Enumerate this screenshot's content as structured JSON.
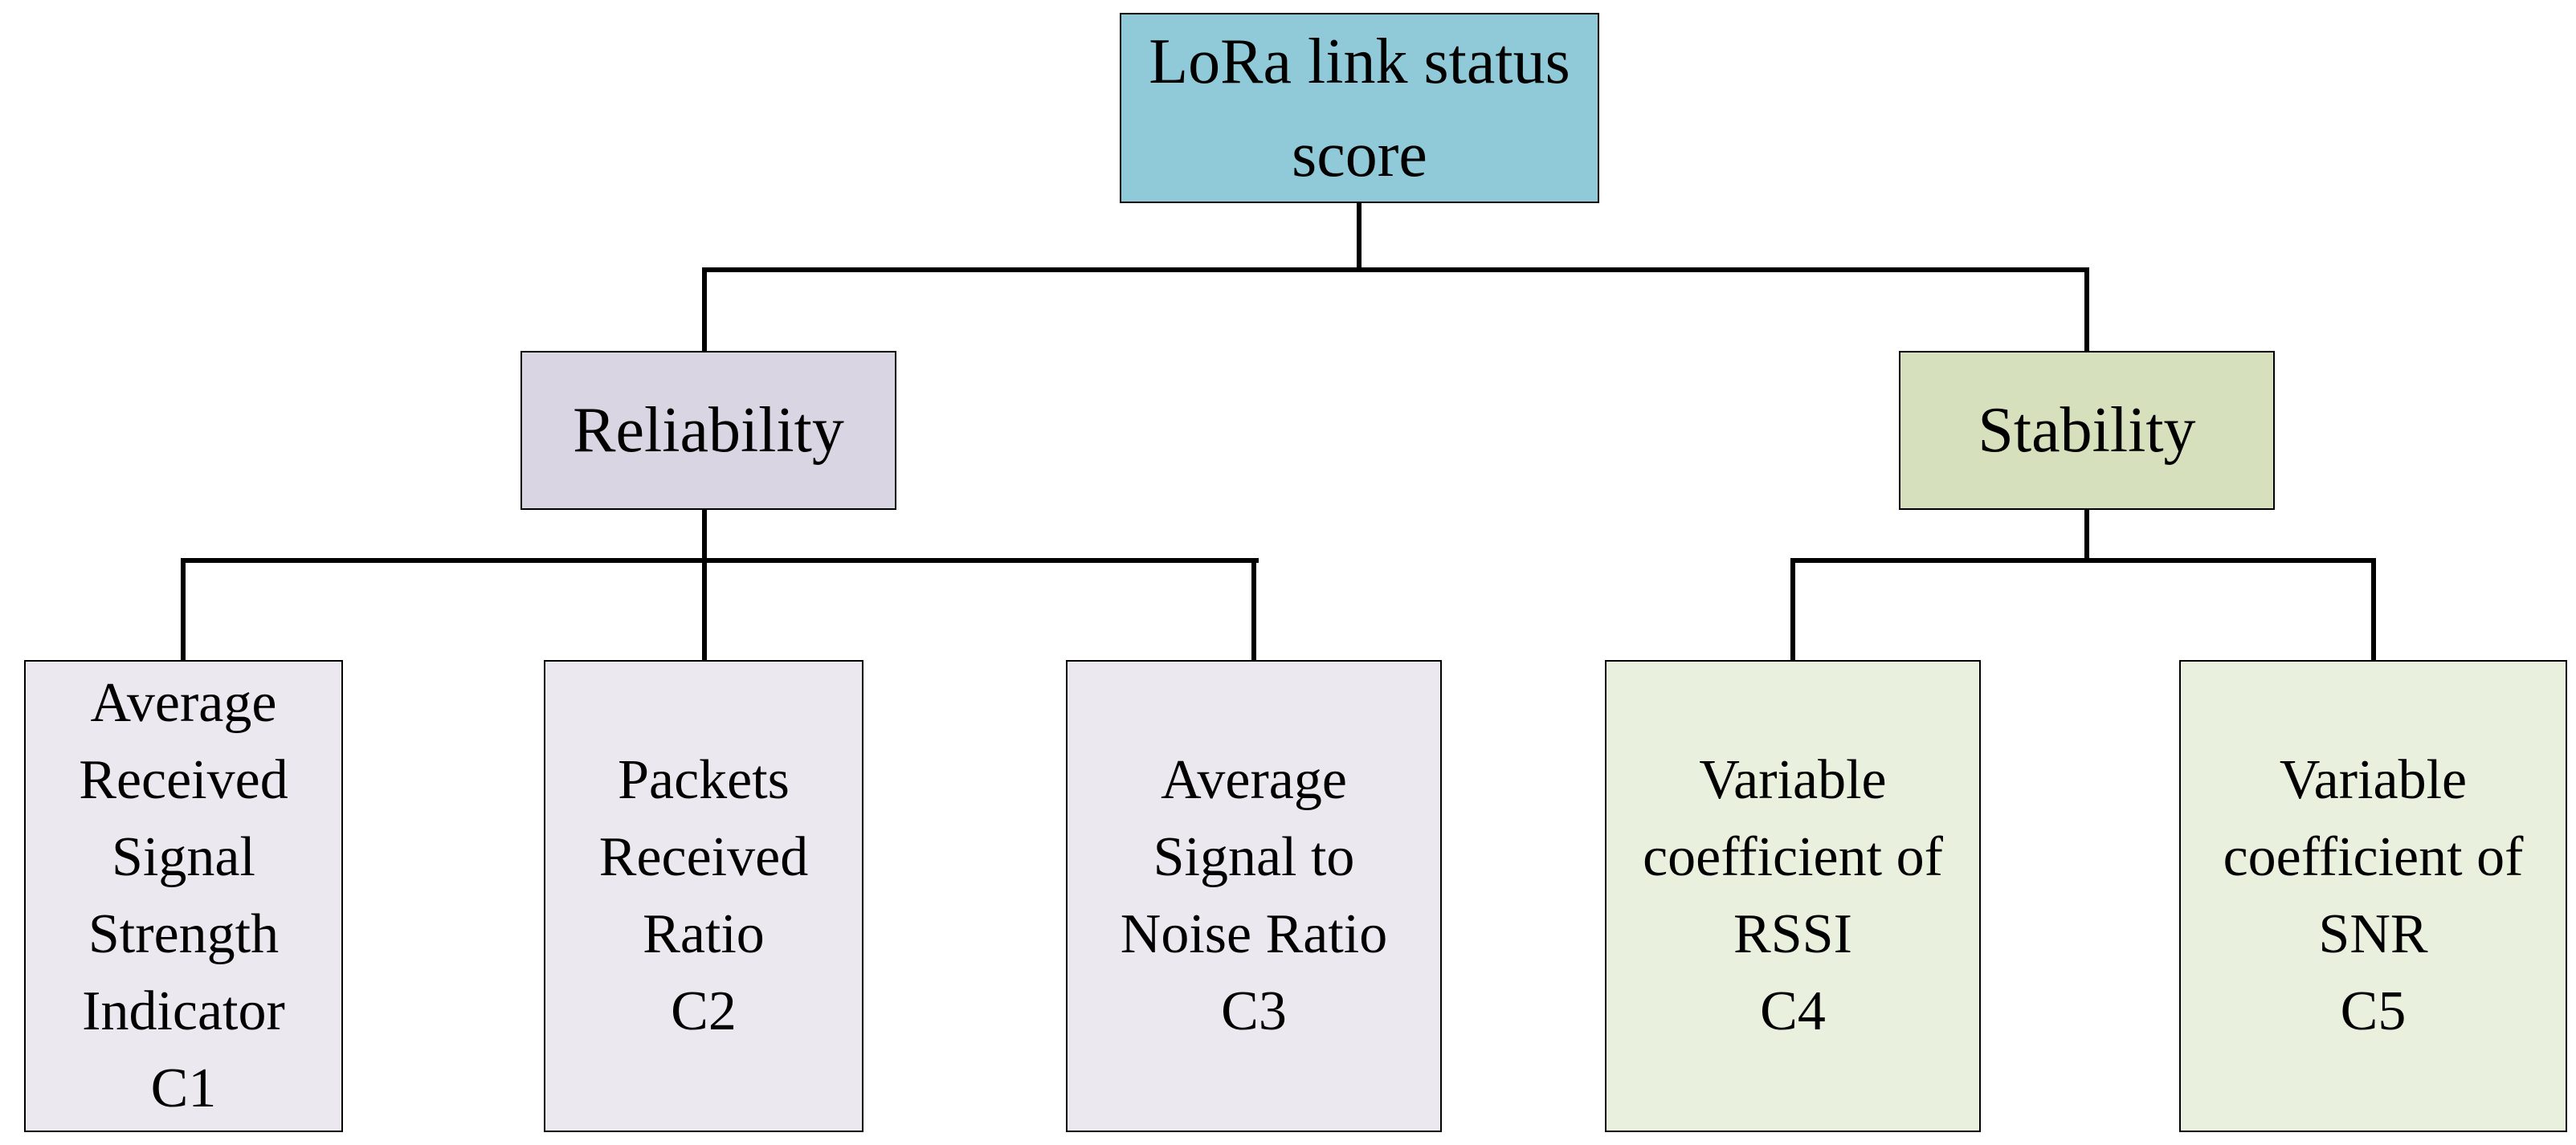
{
  "diagram": {
    "type": "tree-diagram",
    "background_color": "#FFFFFF",
    "line_color": "#000000",
    "text_color": "#000000",
    "nodes": {
      "root": {
        "text": "LoRa link status\nscore",
        "fill": "#90CAD8"
      },
      "reliability": {
        "text": "Reliability",
        "fill": "#DAD5E3"
      },
      "stability": {
        "text": "Stability",
        "fill": "#D6E0BC"
      },
      "c1": {
        "text": "Average\nReceived\nSignal\nStrength\nIndicator\nC1",
        "fill": "#EBE8F0"
      },
      "c2": {
        "text": "Packets\nReceived\nRatio\nC2",
        "fill": "#EBE8F0"
      },
      "c3": {
        "text": "Average\nSignal to\nNoise Ratio\nC3",
        "fill": "#EBE8F0"
      },
      "c4": {
        "text": "Variable\ncoefficient of\nRSSI\nC4",
        "fill": "#E9F0DD"
      },
      "c5": {
        "text": "Variable\ncoefficient of\nSNR\nC5",
        "fill": "#E9F0DD"
      }
    },
    "edges": [
      [
        "root",
        "reliability"
      ],
      [
        "root",
        "stability"
      ],
      [
        "reliability",
        "c1"
      ],
      [
        "reliability",
        "c2"
      ],
      [
        "reliability",
        "c3"
      ],
      [
        "stability",
        "c4"
      ],
      [
        "stability",
        "c5"
      ]
    ]
  }
}
